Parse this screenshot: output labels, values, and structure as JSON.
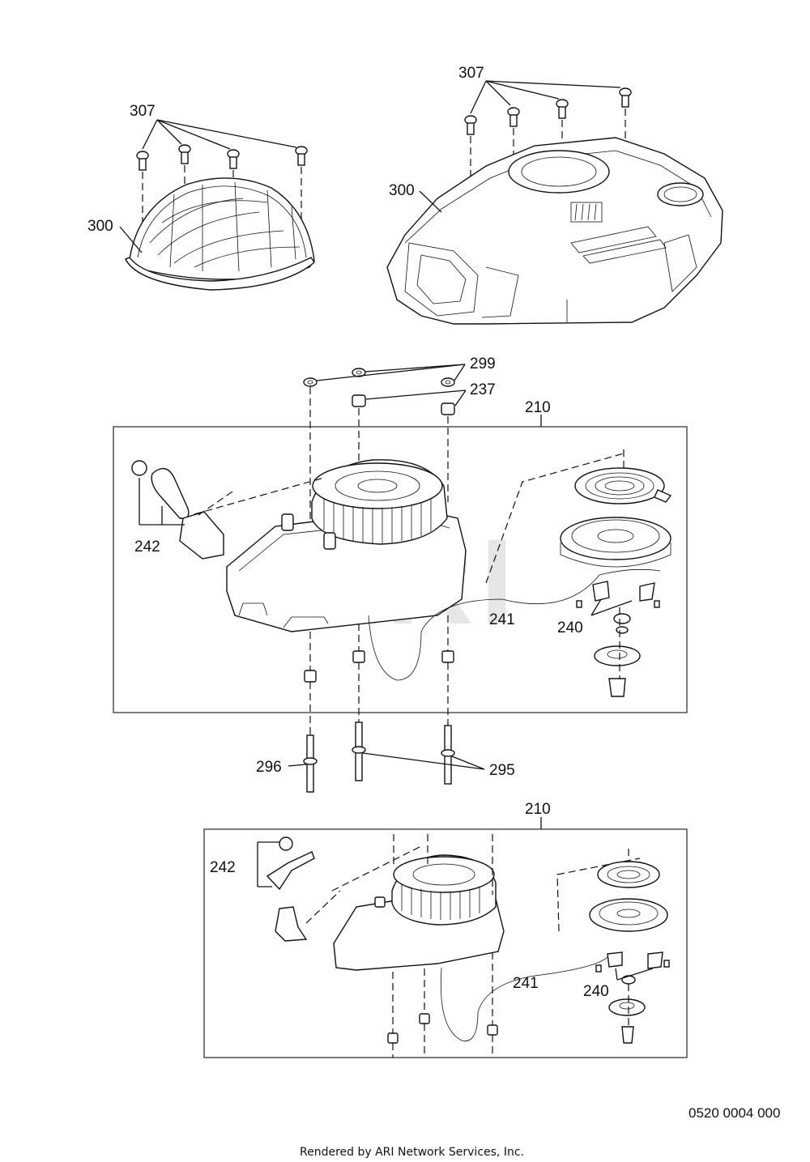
{
  "labels": {
    "l307a": "307",
    "l300a": "300",
    "l307b": "307",
    "l300b": "300",
    "l299": "299",
    "l237": "237",
    "l210a": "210",
    "l242a": "242",
    "l241a": "241",
    "l240a": "240",
    "l296": "296",
    "l295": "295",
    "l210b": "210",
    "l242b": "242",
    "l241b": "241",
    "l240b": "240"
  },
  "watermark": "ARI",
  "diagram_number": "0520 0004 000",
  "credit": "Rendered by ARI Network Services, Inc."
}
